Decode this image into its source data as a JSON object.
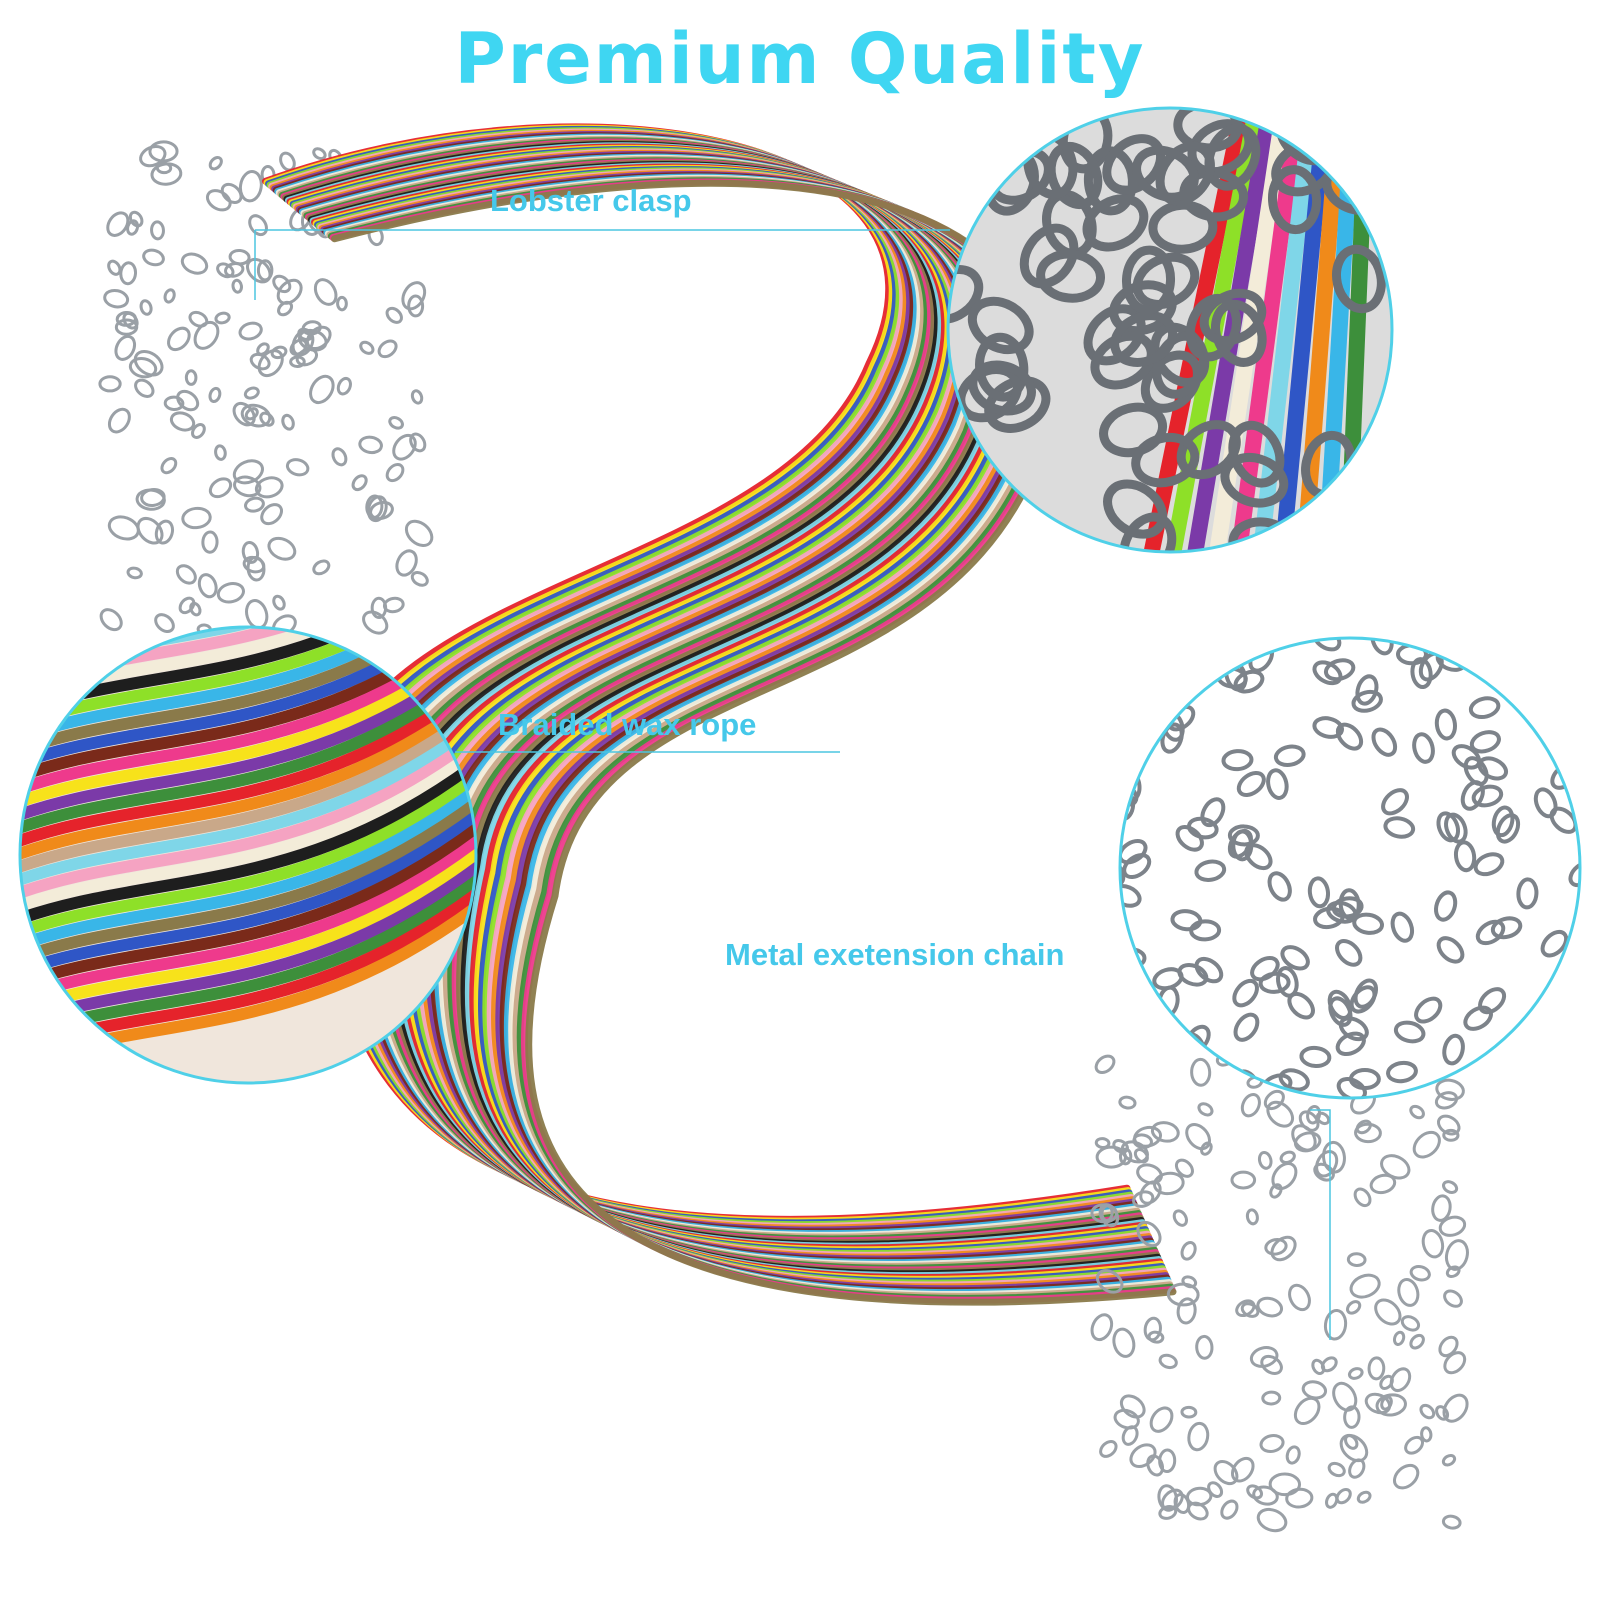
{
  "headline": "Premium Quality",
  "callouts": {
    "lobster_clasp": "Lobster clasp",
    "braided_wax_rope": "Braided wax rope",
    "metal_extension_chain": "Metal exetension chain"
  },
  "colors": {
    "headline": "#3fd6f2",
    "callout_text": "#45c8ea",
    "callout_line": "#4cc6e0",
    "circle_border": "#4fd0e8",
    "metal": "#9aa0a6",
    "cords": [
      "#e5232b",
      "#f7e21b",
      "#2f56c6",
      "#8ee028",
      "#f5a3c2",
      "#f08a1a",
      "#7b3aa8",
      "#7a2a1a",
      "#39b6e8",
      "#f3ecd9",
      "#c9a889",
      "#3d8f3b",
      "#ee3a8c",
      "#8a7a4a",
      "#1e1e1e",
      "#7fd6e8"
    ]
  },
  "scene": {
    "description_icon": "jewelry-cord-necklace-photo"
  }
}
